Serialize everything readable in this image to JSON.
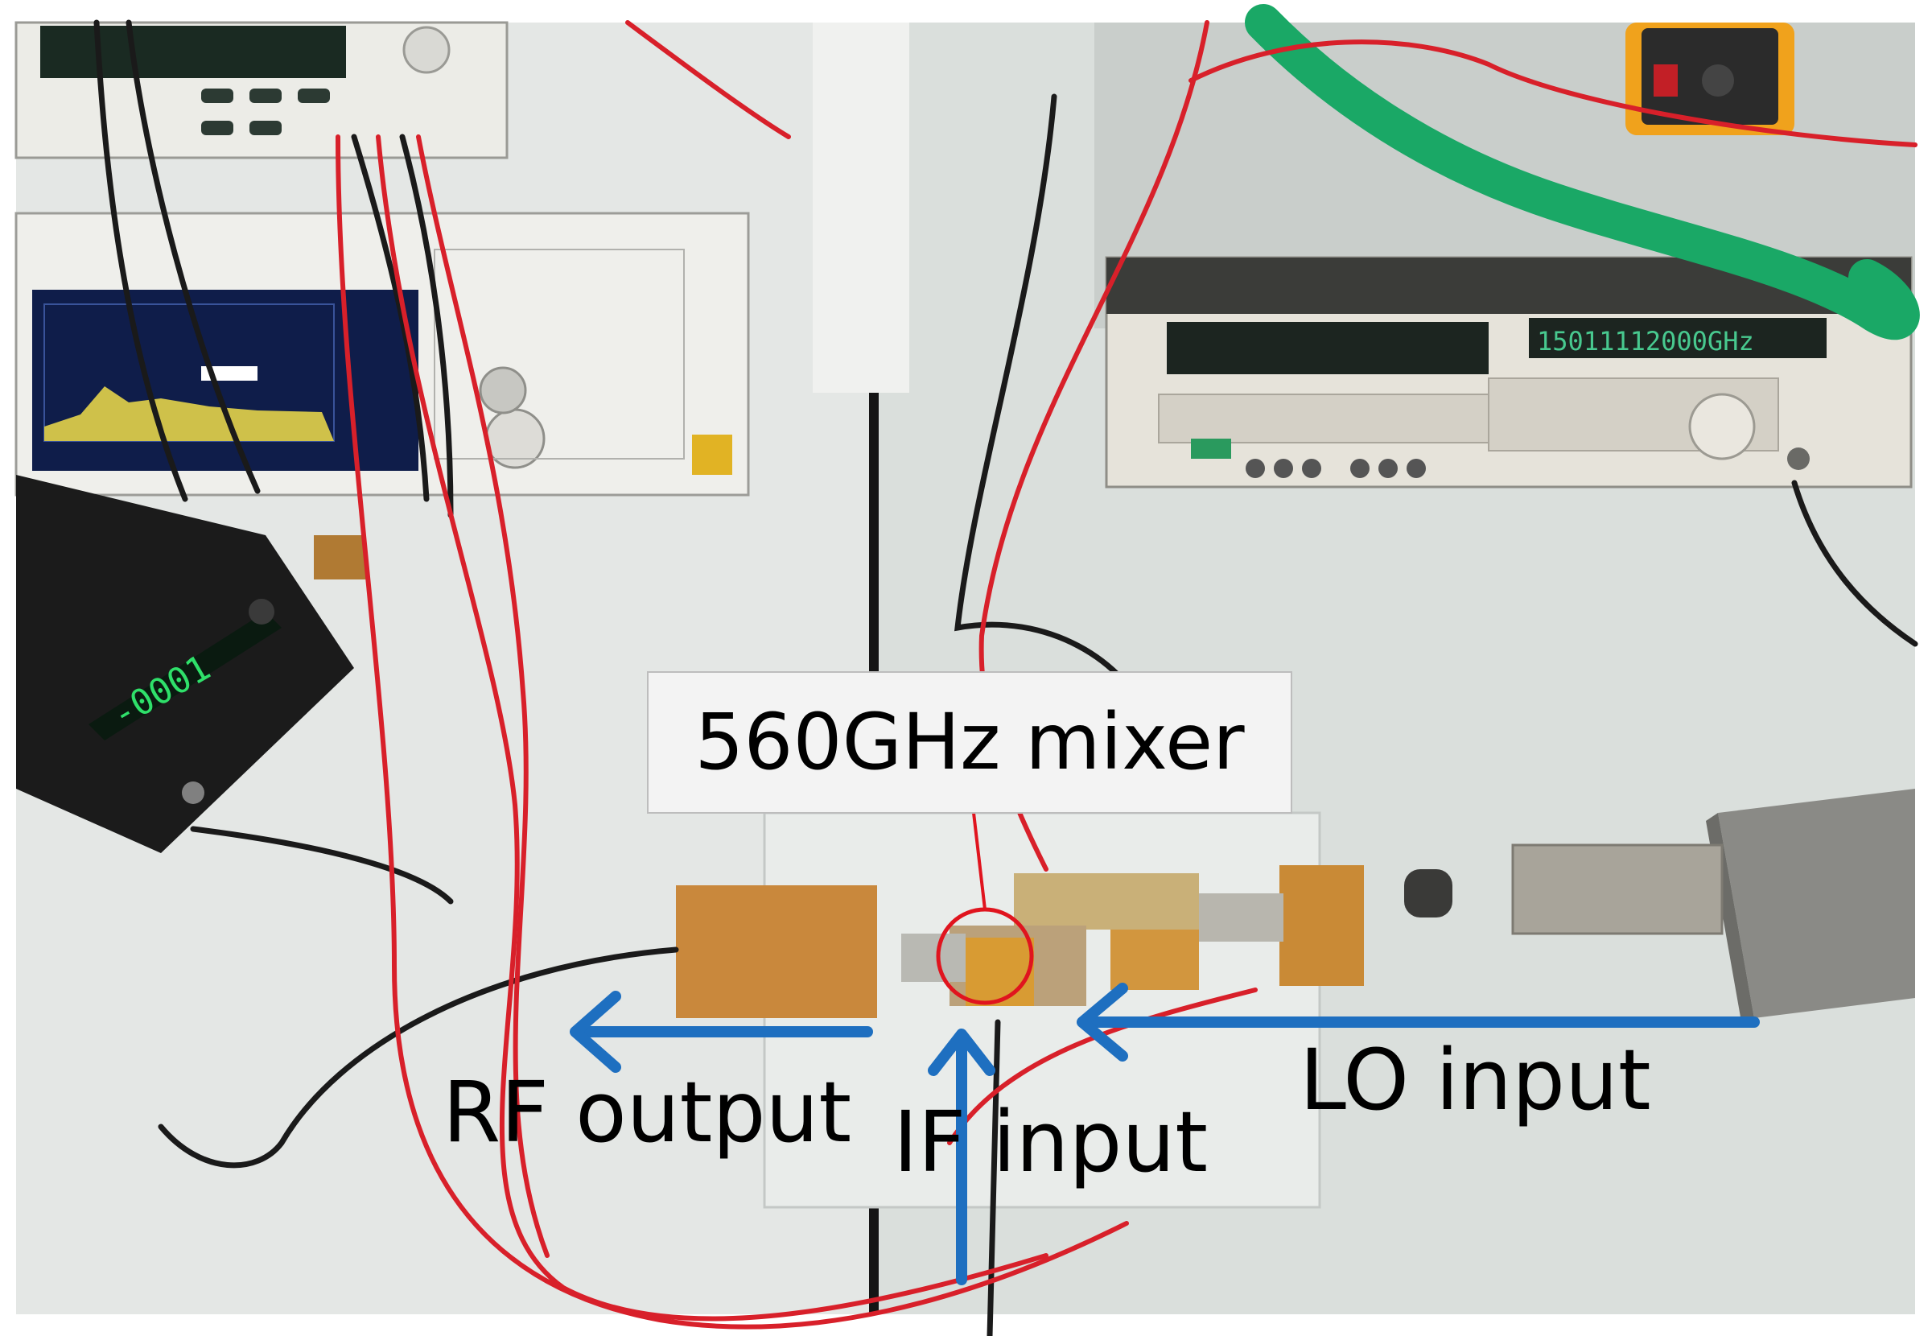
{
  "labels": {
    "mixer": "560GHz mixer",
    "rf_output": "RF output",
    "if_input": "IF input",
    "lo_input": "LO input"
  },
  "instrument_text": {
    "freq_readout": "15011112000GHz",
    "meter_readout": "-0001"
  },
  "colors": {
    "arrow": "#1e6fc0",
    "highlight_circle": "#e0141e",
    "cable_red": "#d8202a",
    "bench": "#dfe3e1",
    "gold_block": "#c98a36"
  }
}
